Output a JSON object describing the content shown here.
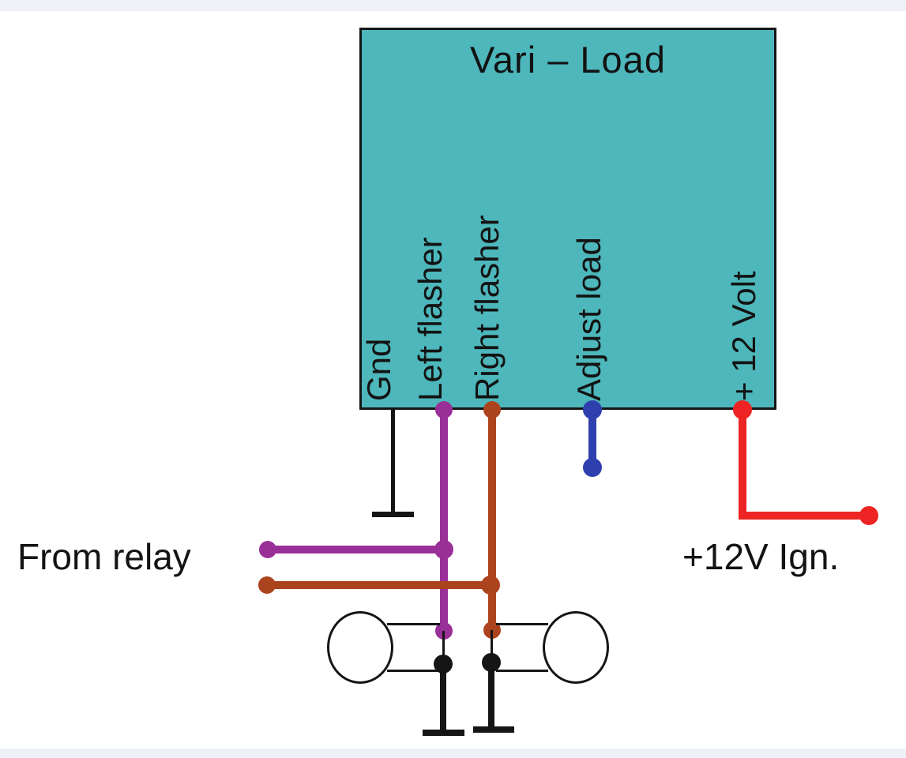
{
  "page": {
    "background_color": "#ffffff",
    "frame_band_color": "#eef2f7"
  },
  "module": {
    "title": "Vari – Load",
    "fill_color": "#4db7bb",
    "border_color": "#151515",
    "pins": [
      {
        "id": "gnd",
        "label": "Gnd",
        "wire_color": "#151515"
      },
      {
        "id": "left-flasher",
        "label": "Left flasher",
        "wire_color": "#993097"
      },
      {
        "id": "right-flasher",
        "label": "Right flasher",
        "wire_color": "#ac431f"
      },
      {
        "id": "adjust-load",
        "label": "Adjust load",
        "wire_color": "#2e3fae"
      },
      {
        "id": "plus-12-volt",
        "label": "+ 12 Volt",
        "wire_color": "#ee2424"
      }
    ]
  },
  "annotations": {
    "from_relay": "From relay",
    "ignition": "+12V Ign."
  },
  "symbols": {
    "lamps": [
      "left-indicator-lamp",
      "right-indicator-lamp"
    ],
    "ground_symbols": 3
  }
}
